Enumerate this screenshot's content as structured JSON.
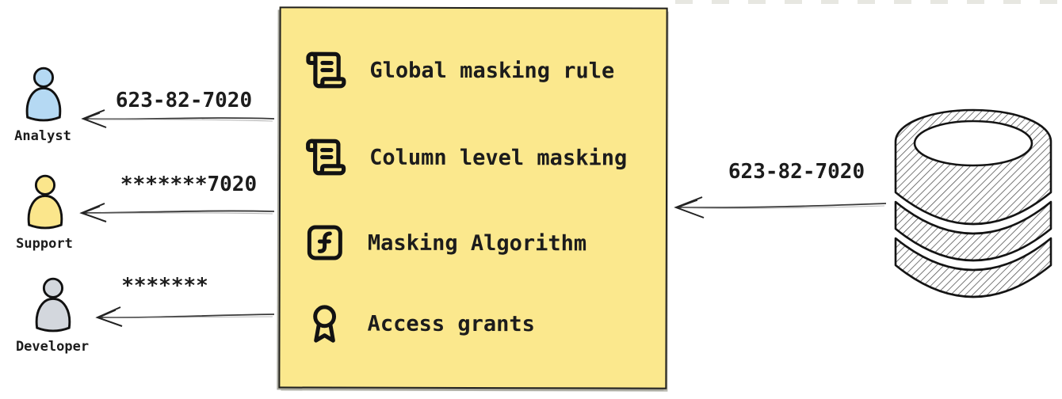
{
  "personas": [
    {
      "name": "Analyst",
      "received_value": "623-82-7020",
      "icon": "analyst-user-icon",
      "fill": "#b5d9f3"
    },
    {
      "name": "Support",
      "received_value": "*******7020",
      "icon": "support-user-icon",
      "fill": "#fbe68c"
    },
    {
      "name": "Developer",
      "received_value": "*******",
      "icon": "developer-user-icon",
      "fill": "#d3d7dd"
    }
  ],
  "masking_box": {
    "fill": "#fbe88d",
    "items": [
      {
        "icon": "scroll-icon",
        "label": "Global masking rule"
      },
      {
        "icon": "scroll-icon",
        "label": "Column level masking"
      },
      {
        "icon": "function-square-icon",
        "label": "Masking Algorithm"
      },
      {
        "icon": "award-icon",
        "label": "Access grants"
      }
    ]
  },
  "database": {
    "icon": "database-icon",
    "sent_value": "623-82-7020"
  }
}
